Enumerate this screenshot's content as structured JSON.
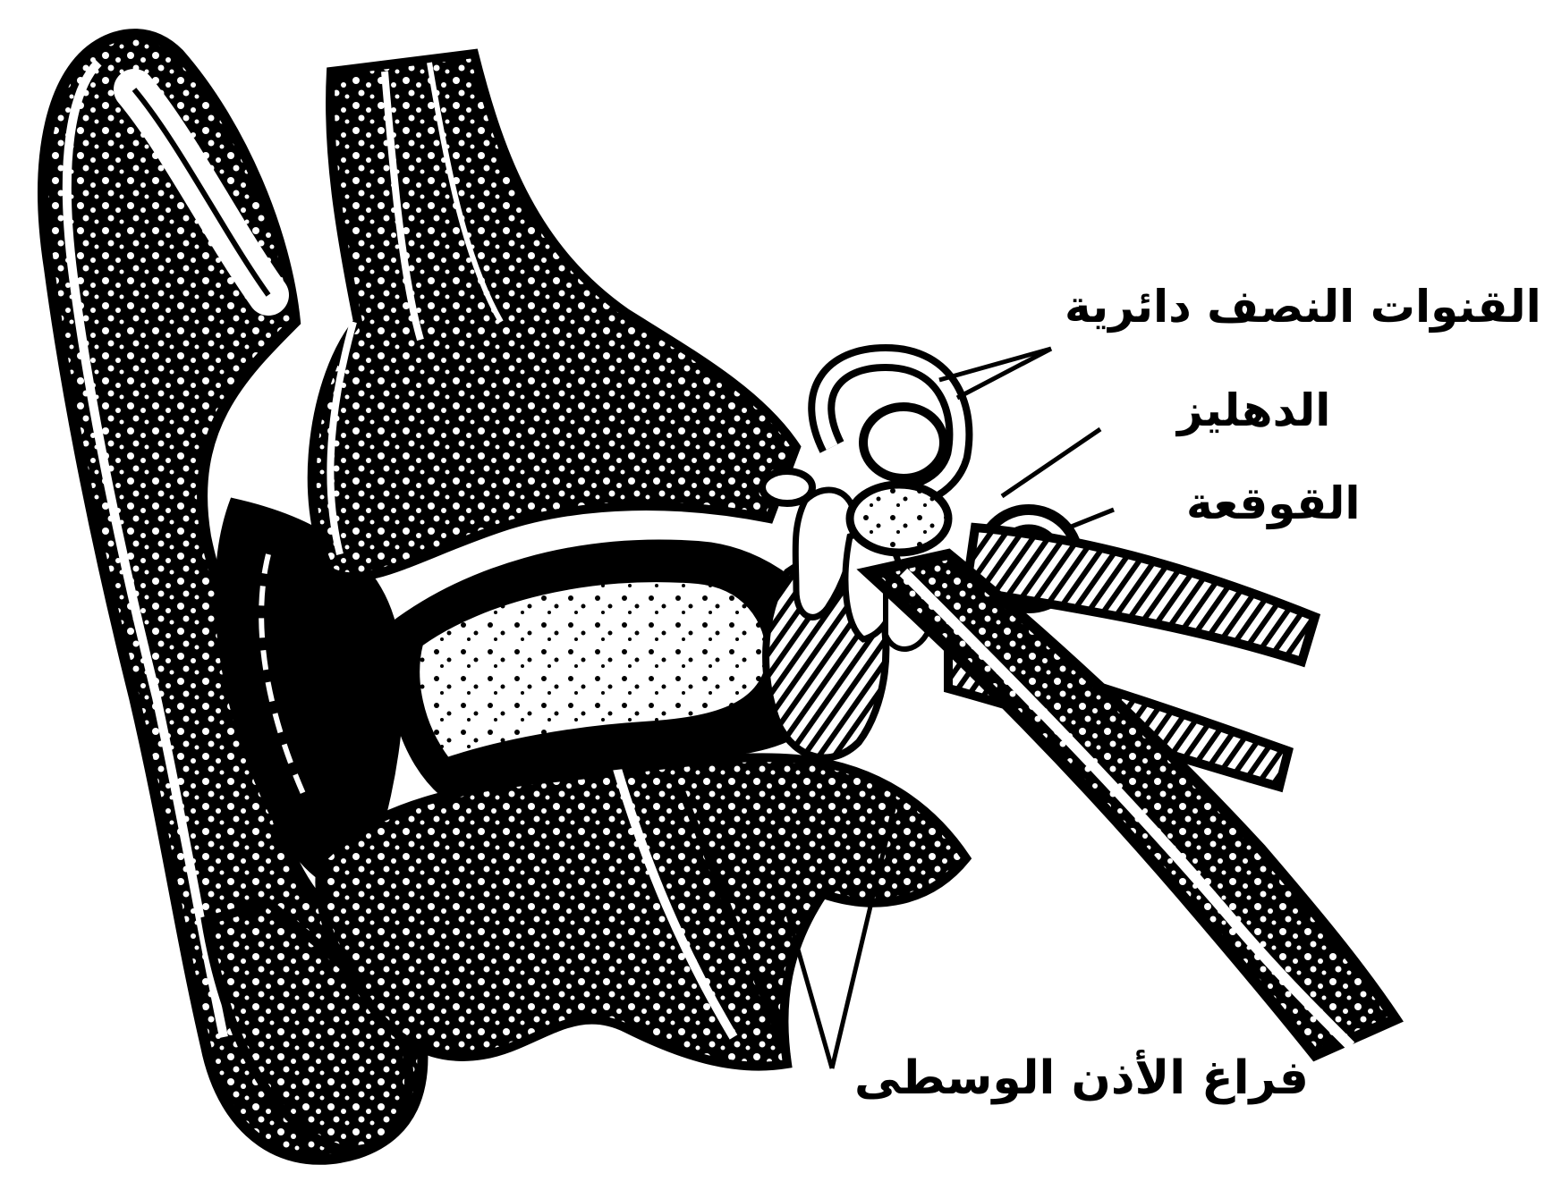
{
  "diagram": {
    "labels": {
      "semicircular_canals": "القنوات النصف دائرية",
      "vestibule": "الدهليز",
      "cochlea": "القوقعة",
      "middle_ear_cavity": "فراغ الأذن الوسطى"
    }
  },
  "colors": {
    "ink": "#000000",
    "background": "#ffffff"
  }
}
